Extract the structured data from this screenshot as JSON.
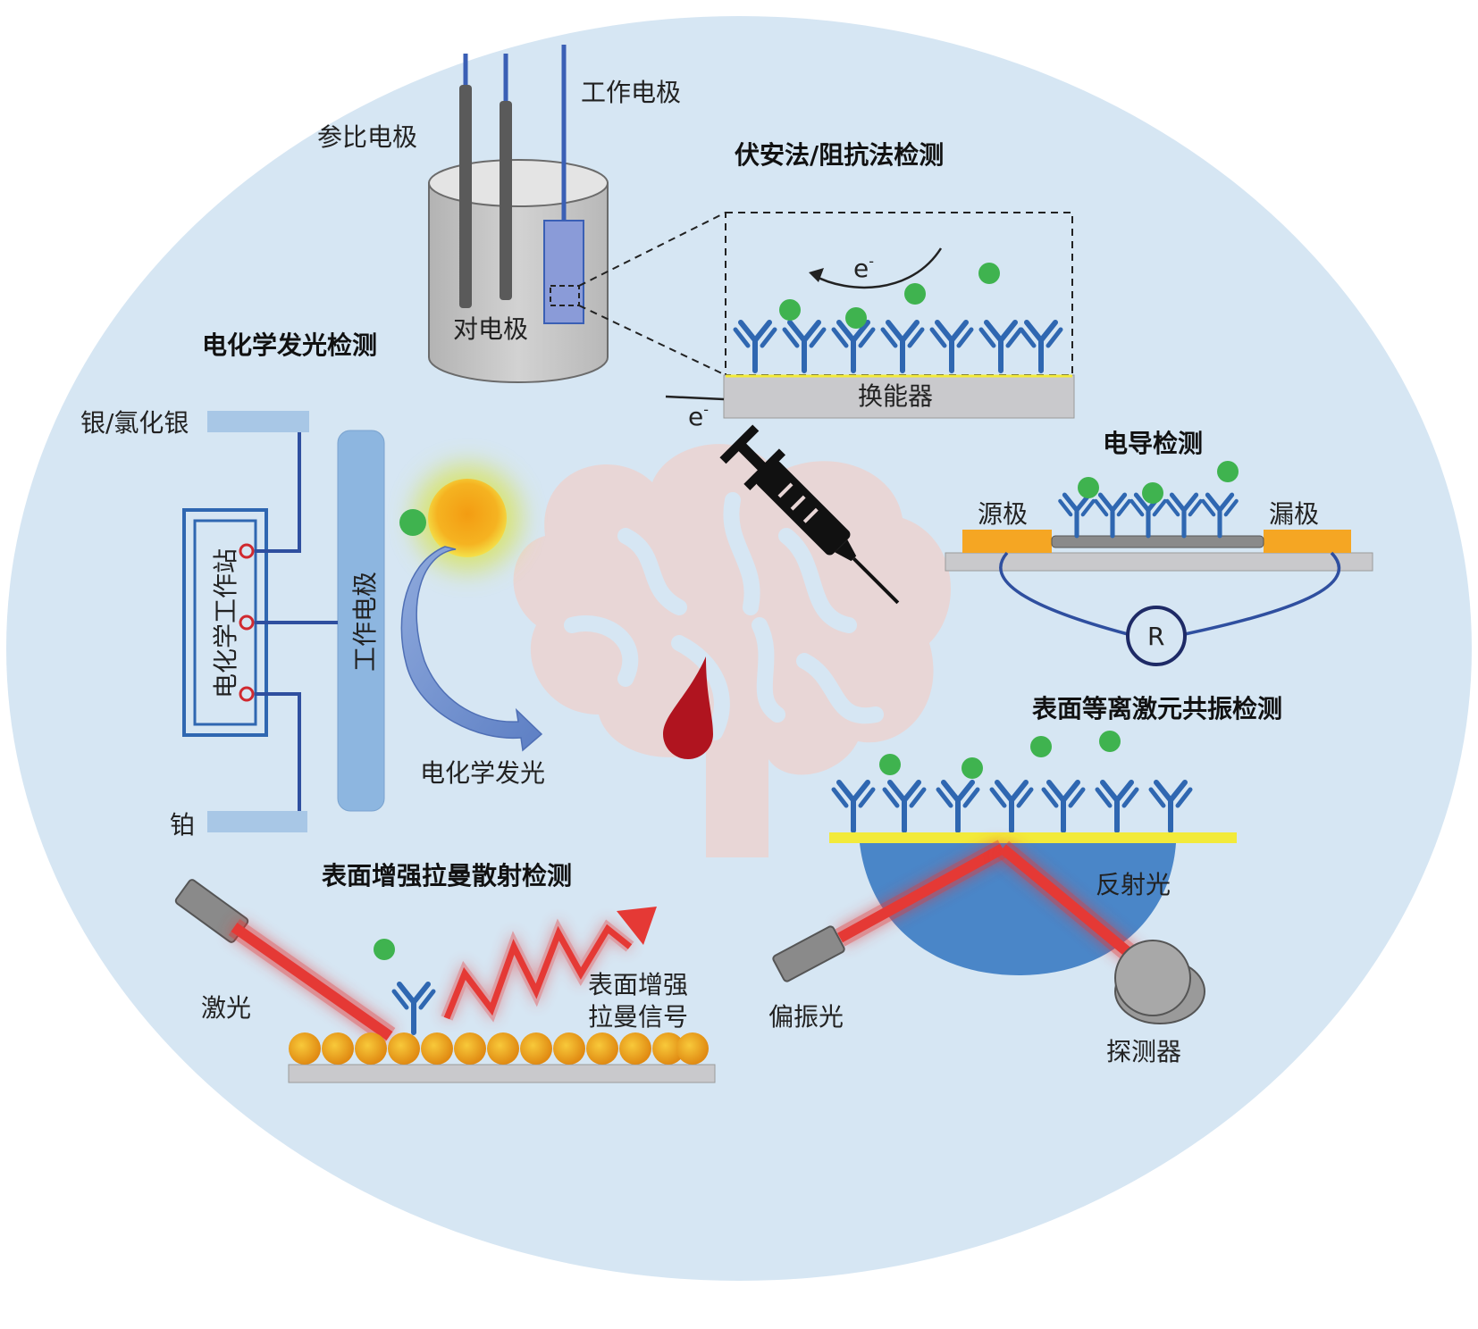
{
  "labels": {
    "ref_electrode": "参比电极",
    "work_electrode_top": "工作电极",
    "counter_electrode": "对电极",
    "voltammetry_title": "伏安法/阻抗法检测",
    "electron": "e",
    "electron_sup": "-",
    "transducer": "换能器",
    "ecl_title": "电化学发光检测",
    "ag_agcl": "银/氯化银",
    "workstation": "电化学工作站",
    "work_electrode_vertical": "工作电极",
    "ecl": "电化学发光",
    "platinum": "铂",
    "conductance_title": "电导检测",
    "source": "源极",
    "drain": "漏极",
    "resistor": "R",
    "spr_title": "表面等离激元共振检测",
    "reflected_light": "反射光",
    "polarized_light": "偏振光",
    "detector": "探测器",
    "sers_title": "表面增强拉曼散射检测",
    "laser": "激光",
    "sers_signal_line1": "表面增强",
    "sers_signal_line2": "拉曼信号"
  },
  "icons": {
    "syringe": "syringe-icon",
    "blood_drop": "blood-drop-icon",
    "brain": "brain-icon"
  },
  "colors": {
    "background": "#d6e6f3",
    "antibody": "#2f67b1",
    "antigen": "#3fb34f",
    "gold": "#f5a623",
    "laser": "#e53935",
    "wire": "#2f4f9f",
    "brain": "#e8d6d6",
    "blood": "#b0141f",
    "transducer": "#c9c9cc",
    "prism": "#4a86c8",
    "sensor_yellow": "#f2ea3a"
  }
}
